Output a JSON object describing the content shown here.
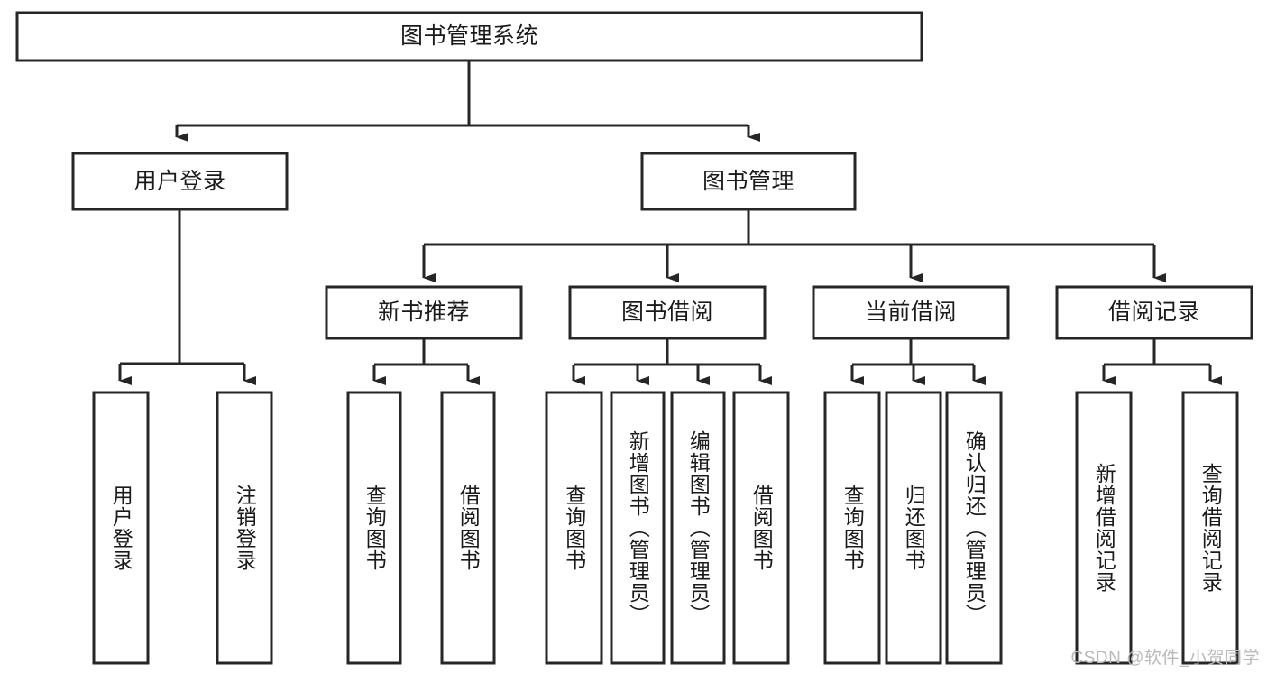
{
  "diagram": {
    "type": "tree-hierarchy",
    "title": "图书管理系统",
    "colors": {
      "box_stroke": "#262626",
      "box_fill": "#ffffff",
      "connector": "#262626",
      "text": "#1a1a1a",
      "watermark": "#b9b9b9",
      "background": "#ffffff"
    },
    "root": {
      "label": "图书管理系统"
    },
    "level2": [
      {
        "label": "用户登录"
      },
      {
        "label": "图书管理"
      }
    ],
    "level3": [
      {
        "label": "新书推荐"
      },
      {
        "label": "图书借阅"
      },
      {
        "label": "当前借阅"
      },
      {
        "label": "借阅记录"
      }
    ],
    "leaves": {
      "user_login": [
        {
          "label": "用户登录"
        },
        {
          "label": "注销登录"
        }
      ],
      "new_book_recommend": [
        {
          "label": "查询图书"
        },
        {
          "label": "借阅图书"
        }
      ],
      "book_borrow": [
        {
          "label": "查询图书"
        },
        {
          "label": "新增图书（管理员）"
        },
        {
          "label": "编辑图书（管理员）"
        },
        {
          "label": "借阅图书"
        }
      ],
      "current_borrow": [
        {
          "label": "查询图书"
        },
        {
          "label": "归还图书"
        },
        {
          "label": "确认归还（管理员）"
        }
      ],
      "borrow_record": [
        {
          "label": "新增借阅记录"
        },
        {
          "label": "查询借阅记录"
        }
      ]
    }
  },
  "watermark": {
    "text": "CSDN @软件_小贺同学"
  }
}
